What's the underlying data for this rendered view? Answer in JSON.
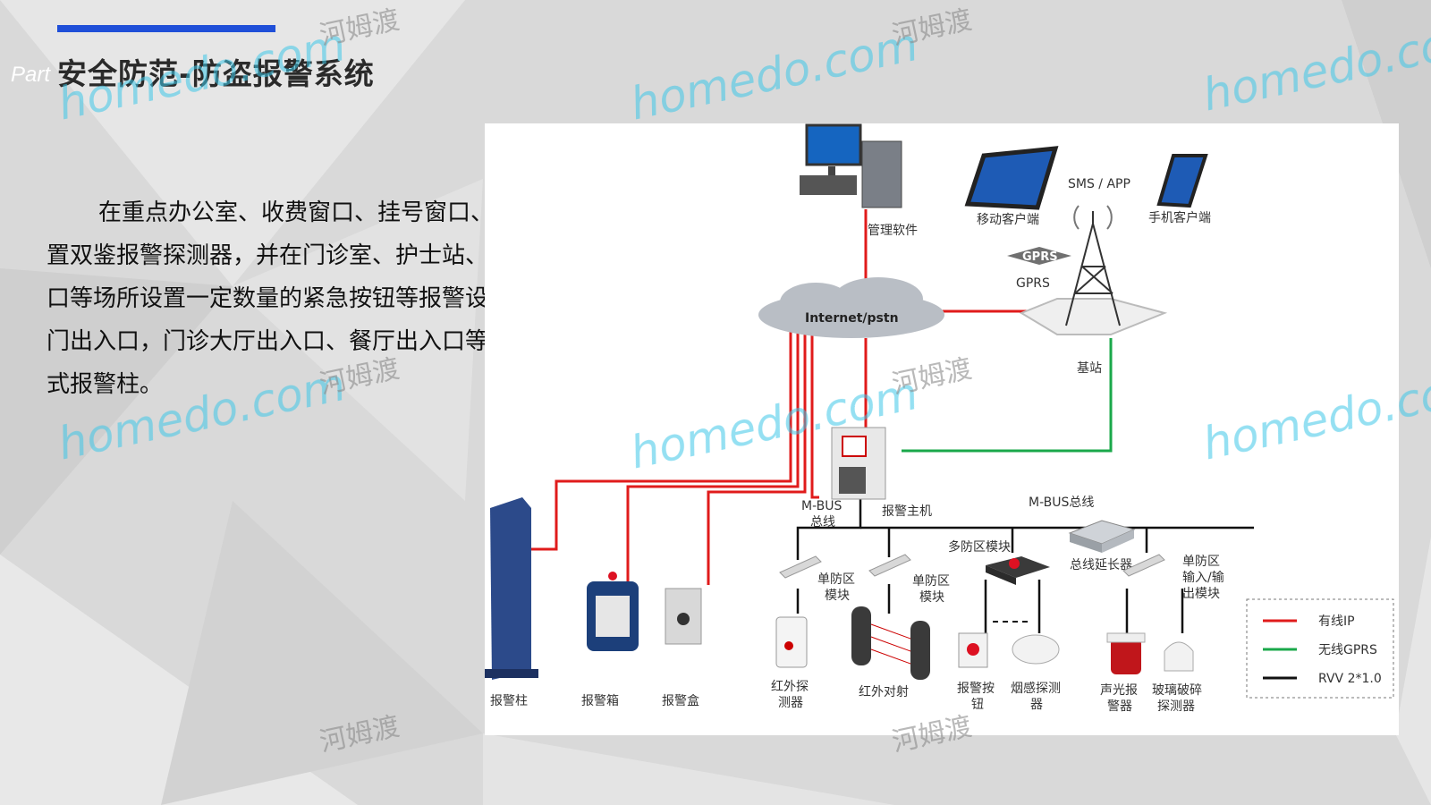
{
  "header": {
    "part_label": "Part",
    "title": "安全防范-防盗报警系统"
  },
  "body_text": "在重点办公室、收费窗口、挂号窗口、重点机房等场所设置双鉴报警探测器，并在门诊室、护士站、收费窗口、挂号窗口等场所设置一定数量的紧急按钮等报警设备；可以在医院大门出入口，门诊大厅出入口、餐厅出入口等重点区域安装一键式报警柱。",
  "watermark": {
    "domain": "homedo.com",
    "cn": "河姆渡"
  },
  "diagram": {
    "management_software": "管理软件",
    "mobile_client": "移动客户端",
    "sms_app": "SMS / APP",
    "phone_client": "手机客户端",
    "gprs_badge": "GPRS",
    "gprs_label": "GPRS",
    "cloud_label": "Internet/pstn",
    "base_station": "基站",
    "alarm_host": "报警主机",
    "mbus_bus_left_1": "M-BUS",
    "mbus_bus_left_2": "总线",
    "mbus_bus_right": "M-BUS总线",
    "multi_zone_module": "多防区模块",
    "bus_extender": "总线延长器",
    "single_zone_io_1": "单防区",
    "single_zone_io_2": "输入/输",
    "single_zone_io_3": "出模块",
    "single_zone_a_1": "单防区",
    "single_zone_a_2": "模块",
    "single_zone_b_1": "单防区",
    "single_zone_b_2": "模块",
    "alarm_pillar": "报警柱",
    "alarm_box": "报警箱",
    "alarm_case": "报警盒",
    "ir_detector_1": "红外探",
    "ir_detector_2": "测器",
    "ir_beam": "红外对射",
    "alarm_button_1": "报警按",
    "alarm_button_2": "钮",
    "smoke_detector_1": "烟感探测",
    "smoke_detector_2": "器",
    "strobe_1": "声光报",
    "strobe_2": "警器",
    "glass_break_1": "玻璃破碎",
    "glass_break_2": "探测器",
    "legend": [
      {
        "label": "有线IP",
        "color": "#e01b1b"
      },
      {
        "label": "无线GPRS",
        "color": "#1aa84a"
      },
      {
        "label": "RVV 2*1.0",
        "color": "#111111"
      }
    ]
  },
  "colors": {
    "wired_ip": "#e01b1b",
    "wireless_gprs": "#1aa84a",
    "rvv": "#111111",
    "accent": "#1f4fd8"
  }
}
